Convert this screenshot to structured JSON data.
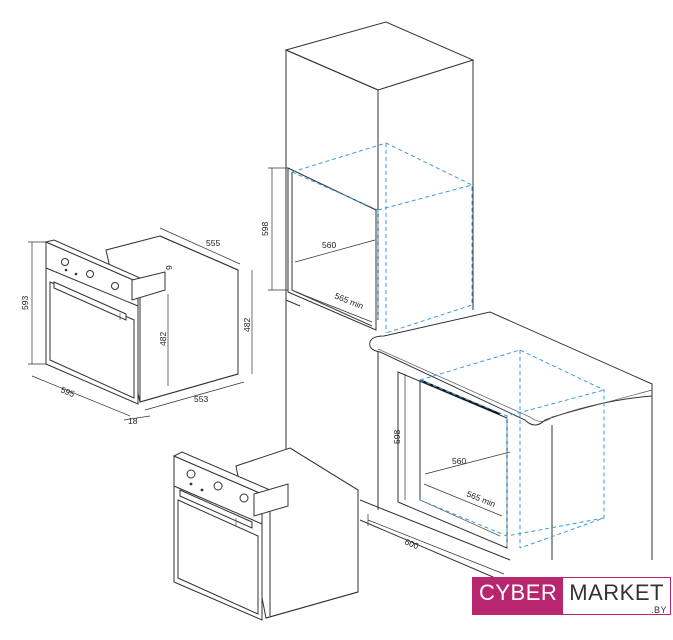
{
  "dimensions": {
    "oven_height": "593",
    "oven_width": "595",
    "oven_depth_top": "555",
    "panel_thickness": "9",
    "body_height_inner": "482",
    "body_height_side": "482",
    "body_depth": "553",
    "front_protrusion": "18",
    "column_niche_height": "598",
    "column_niche_width": "560",
    "column_niche_depth": "565 min",
    "counter_niche_height": "598",
    "counter_niche_width": "560",
    "counter_niche_depth": "565 min",
    "counter_depth": "600"
  },
  "logo": {
    "part1": "CYBER",
    "part2": "MARKET",
    "suffix": ".BY",
    "color_primary": "#b8266f"
  }
}
